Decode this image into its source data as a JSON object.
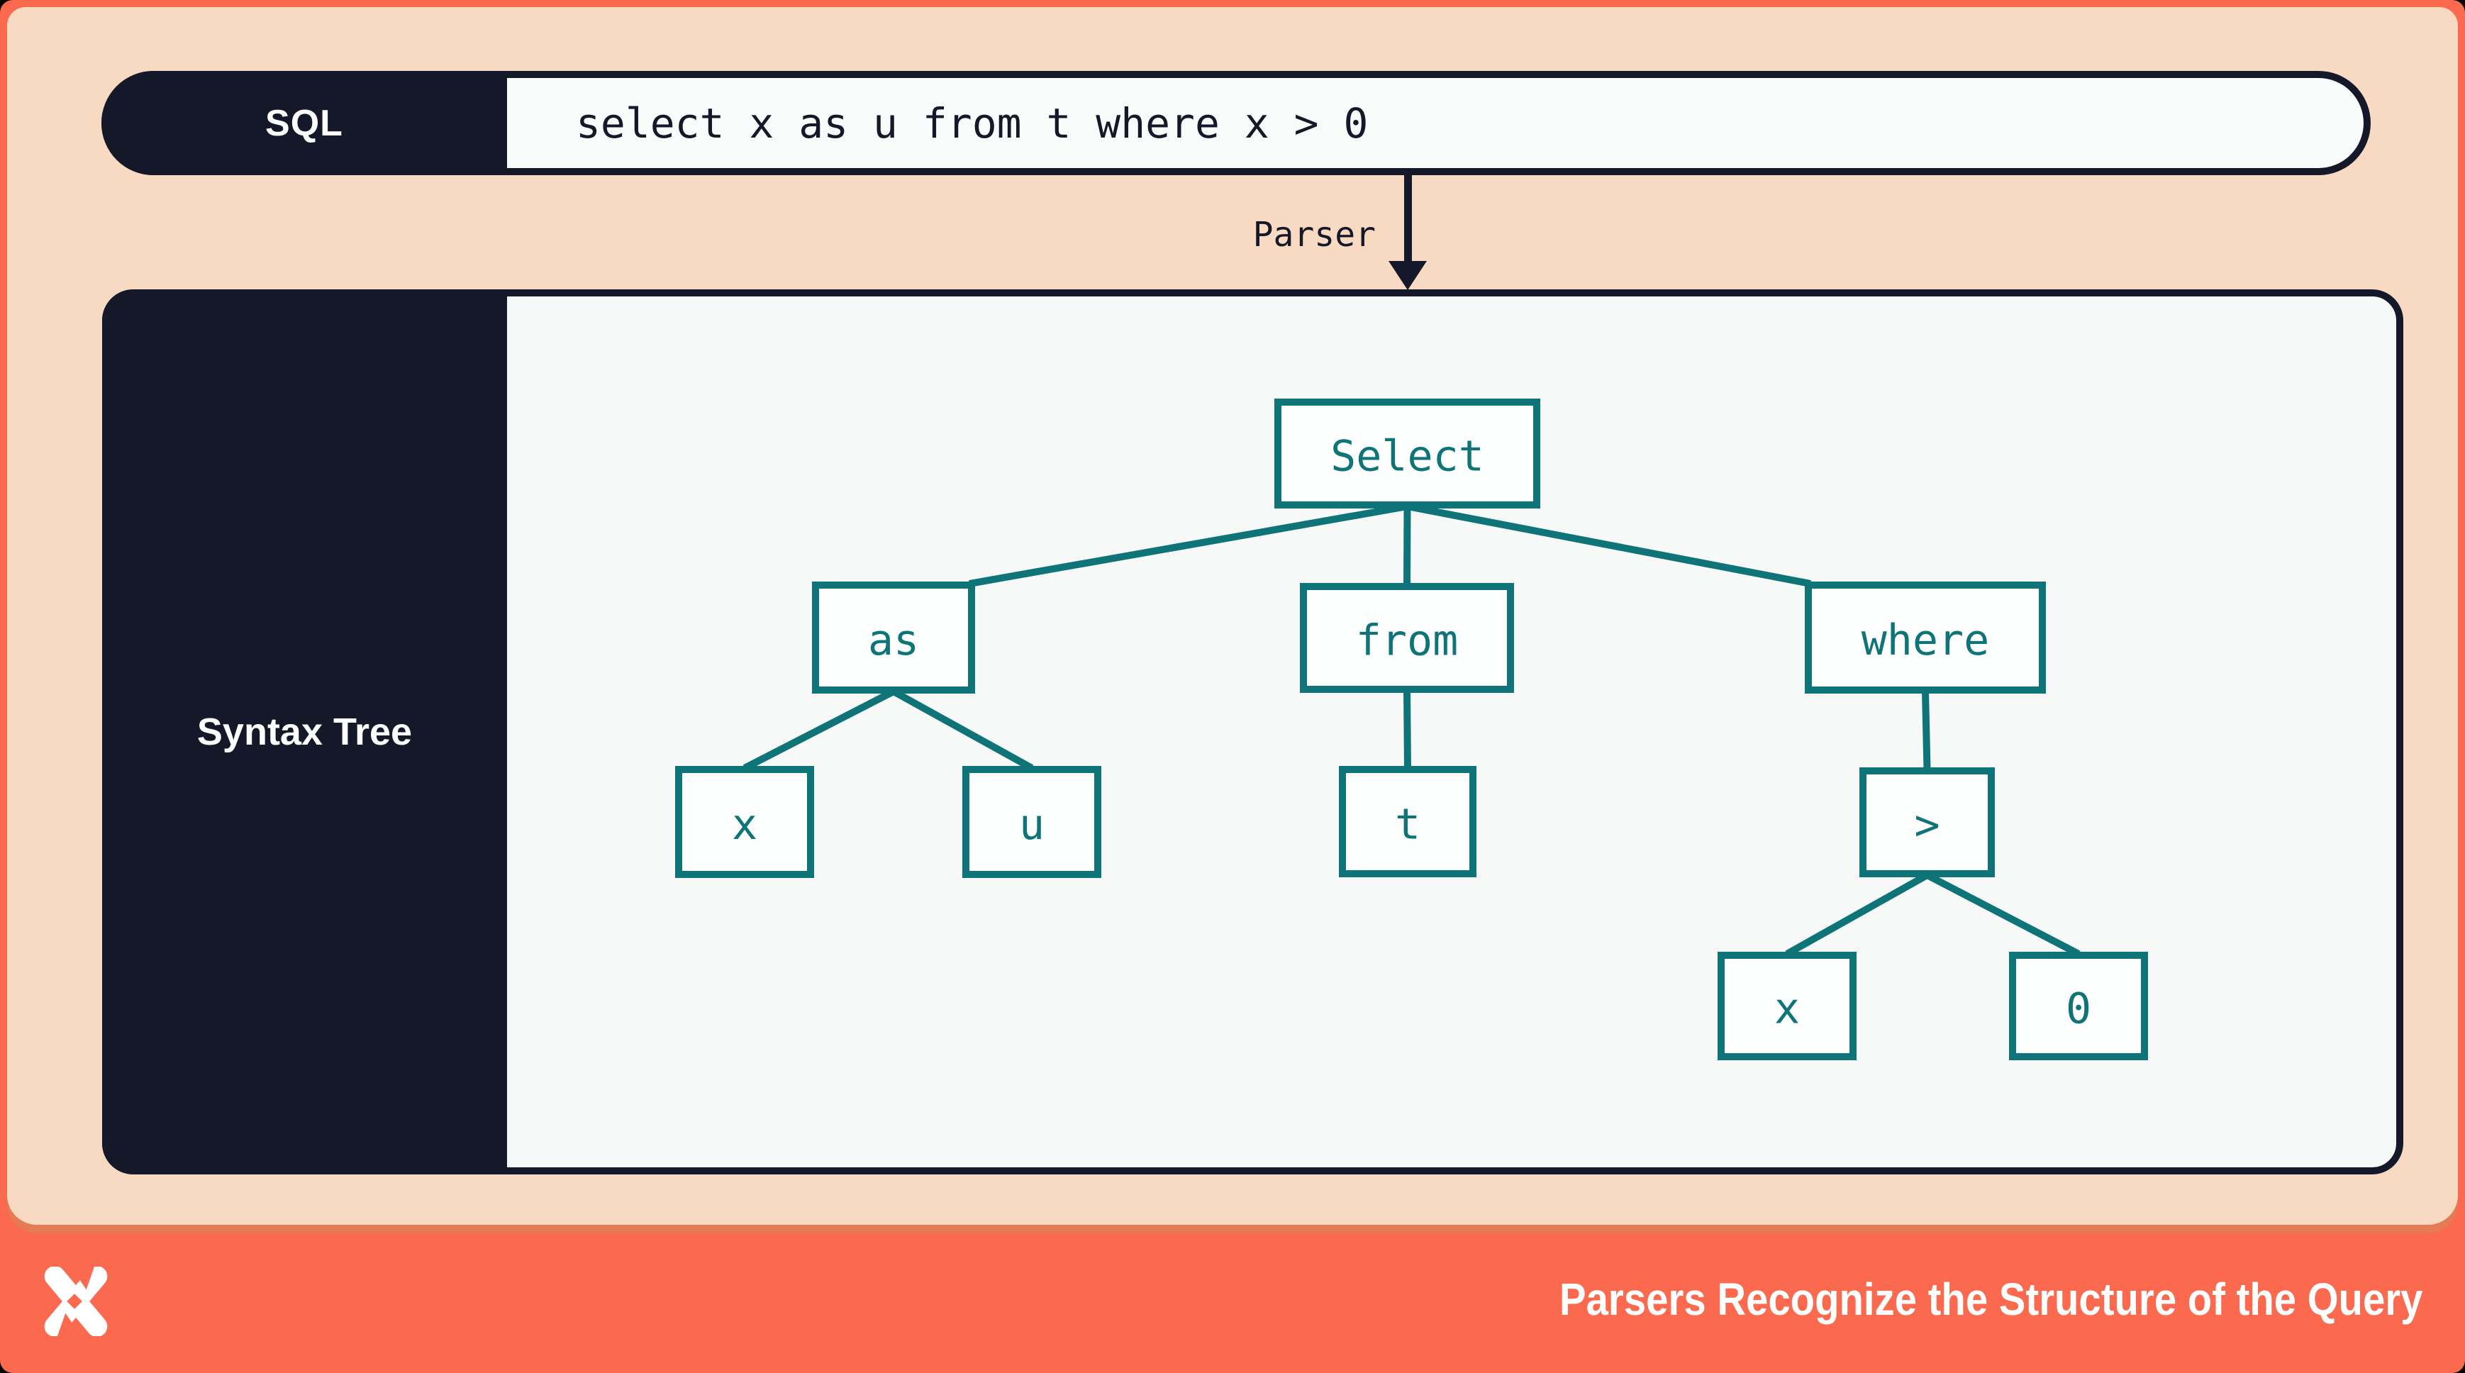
{
  "frame": {
    "sql_label": "SQL",
    "sql_query": "select x as u from t where x > 0",
    "parser_label": "Parser",
    "tree_panel_label": "Syntax Tree"
  },
  "footer": {
    "title": "Parsers Recognize the Structure of the Query",
    "logo": "x-mark-logo"
  },
  "colors": {
    "accent_orange": "#fb6a4e",
    "shadow_orange": "#e57b54",
    "peach": "#f8d9c1",
    "navy": "#141828",
    "teal": "#0e7478",
    "panel_white": "#f7f8f8",
    "node_fill": "#fdfefe",
    "text_white": "#ffffff"
  },
  "syntax_tree": {
    "nodes": [
      {
        "id": "select",
        "label": "Select"
      },
      {
        "id": "as",
        "label": "as"
      },
      {
        "id": "from",
        "label": "from"
      },
      {
        "id": "where",
        "label": "where"
      },
      {
        "id": "x1",
        "label": "x"
      },
      {
        "id": "u",
        "label": "u"
      },
      {
        "id": "t",
        "label": "t"
      },
      {
        "id": "gt",
        "label": ">"
      },
      {
        "id": "x2",
        "label": "x"
      },
      {
        "id": "zero",
        "label": "0"
      }
    ],
    "edges": [
      [
        "select",
        "as"
      ],
      [
        "select",
        "from"
      ],
      [
        "select",
        "where"
      ],
      [
        "as",
        "x1"
      ],
      [
        "as",
        "u"
      ],
      [
        "from",
        "t"
      ],
      [
        "where",
        "gt"
      ],
      [
        "gt",
        "x2"
      ],
      [
        "gt",
        "zero"
      ]
    ]
  }
}
